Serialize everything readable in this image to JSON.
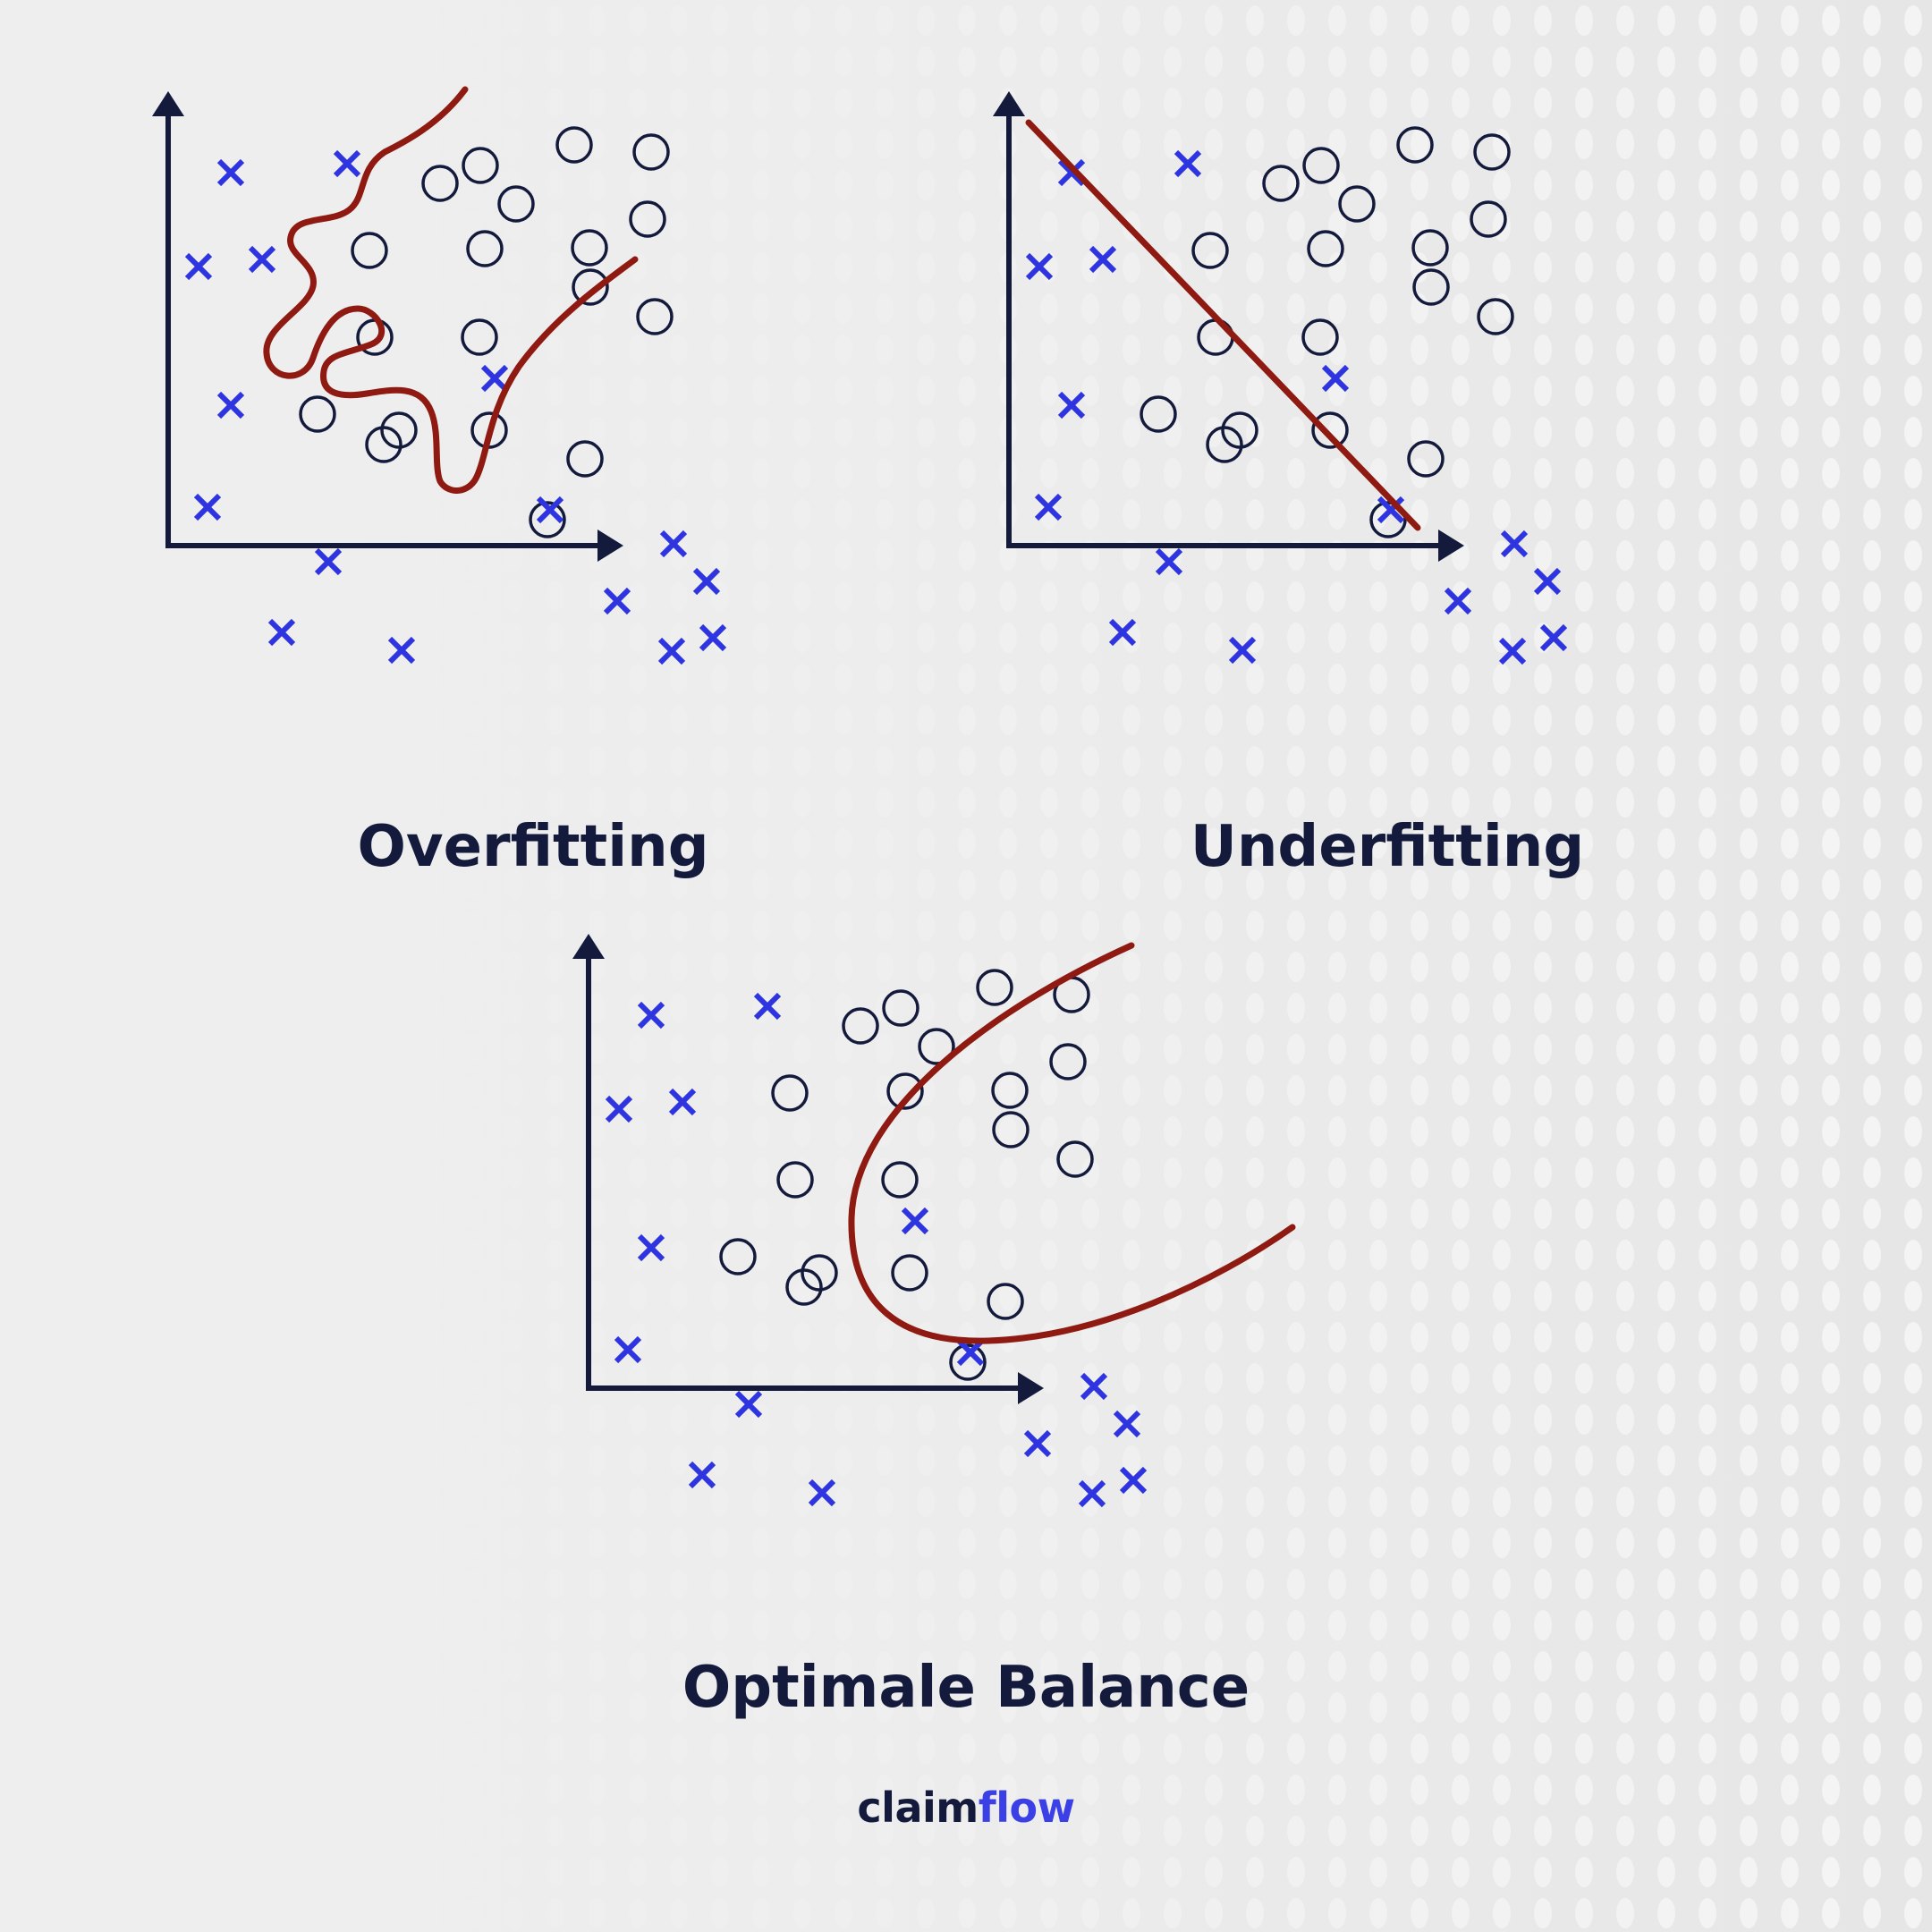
{
  "colors": {
    "axis": "#131a3c",
    "cross": "#2e35e0",
    "circle": "#131a3c",
    "boundary": "#8e1a12",
    "background": "#ebebeb",
    "brand_dark": "#131a3c",
    "brand_accent": "#3b3fe6"
  },
  "panels": [
    {
      "id": "overfitting",
      "title": "Overfitting",
      "boundary_style": "wiggly-curve"
    },
    {
      "id": "underfitting",
      "title": "Underfitting",
      "boundary_style": "straight-line"
    },
    {
      "id": "optimal",
      "title": "Optimale Balance",
      "boundary_style": "smooth-parabola"
    }
  ],
  "brand": {
    "part1": "claim",
    "part2": "flow"
  }
}
